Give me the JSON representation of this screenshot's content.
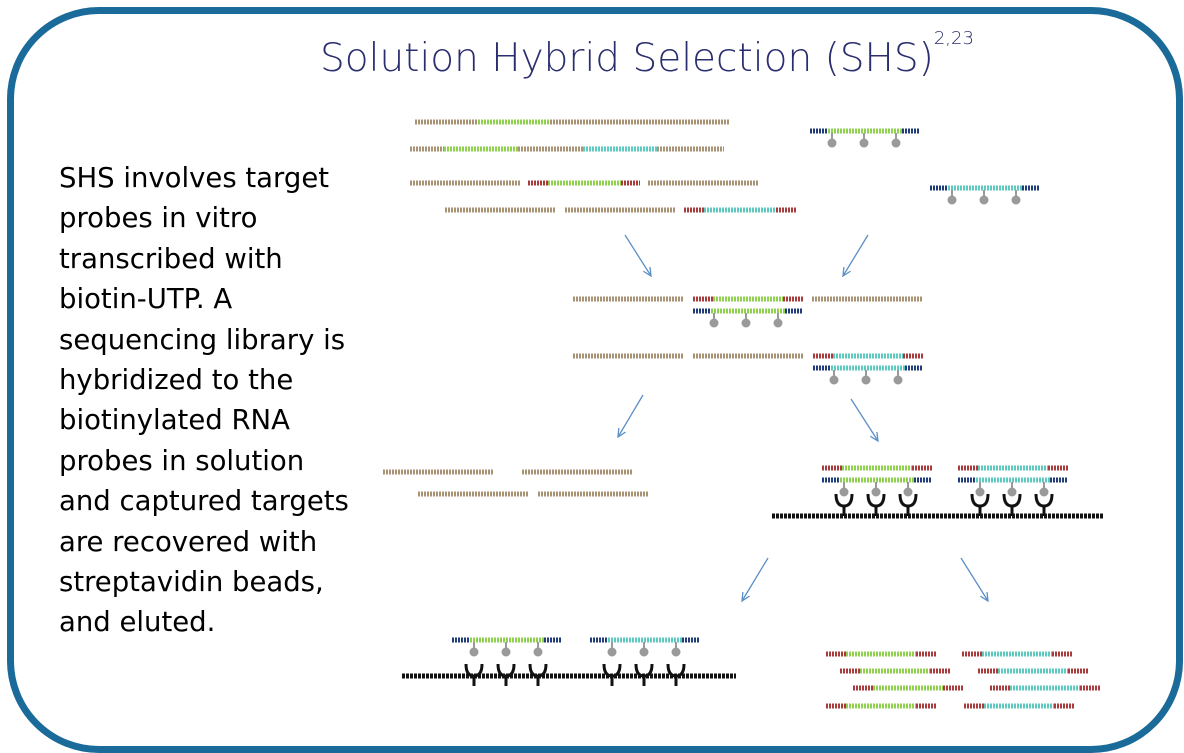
{
  "title": {
    "main": "Solution Hybrid Selection (SHS)",
    "refs": "2,23"
  },
  "description": "SHS involves target\nprobes in vitro\ntranscribed with\nbiotin-UTP. A\nsequencing library is\nhybridized to the\nbiotinylated RNA\nprobes in solution\nand captured targets\nare recovered with\nstreptavidin beads,\nand eluted.",
  "colors": {
    "border": "#1a6a9a",
    "title": "#2a2d6e",
    "genomic": "#a89374",
    "target_a": "#8fd14f",
    "target_b": "#5ec9be",
    "adapter": "#a83c3c",
    "probe_end": "#1f3c78",
    "biotin": "#9a9a9a",
    "bead": "#111111",
    "arrow": "#5b8fc7"
  }
}
